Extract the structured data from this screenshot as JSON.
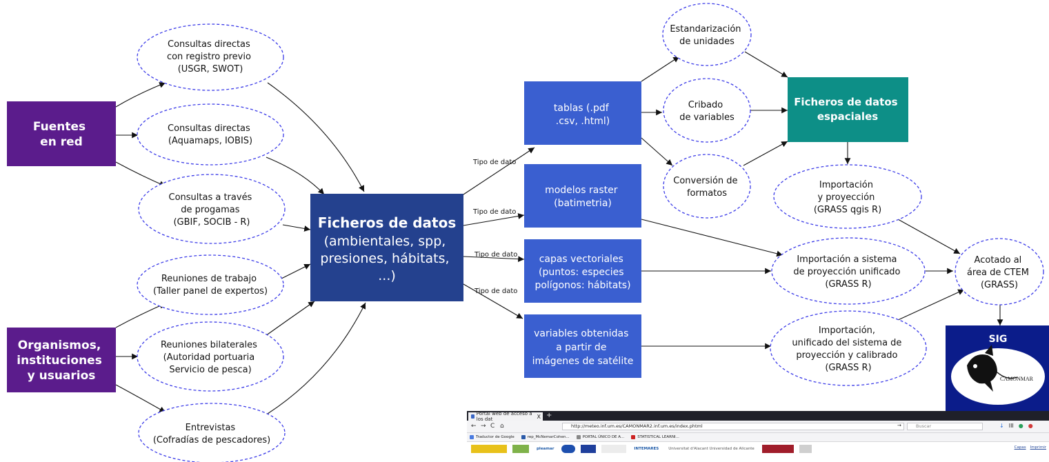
{
  "sources": {
    "fuentes": [
      "Fuentes",
      "en red"
    ],
    "organismos": [
      "Organismos,",
      "instituciones",
      "y usuarios"
    ]
  },
  "queries": [
    [
      "Consultas directas",
      "con registro previo",
      "(USGR, SWOT)"
    ],
    [
      "Consultas directas",
      "(Aquamaps, IOBIS)"
    ],
    [
      "Consultas a través",
      "de progamas",
      "(GBIF, SOCIB - R)"
    ],
    [
      "Reuniones de trabajo",
      "(Taller panel de expertos)"
    ],
    [
      "Reuniones bilaterales",
      "(Autoridad portuaria",
      "Servicio de pesca)"
    ],
    [
      "Entrevistas",
      "(Cofradías de pescadores)"
    ]
  ],
  "central": {
    "title": "Ficheros de datos",
    "lines": [
      "(ambientales, spp,",
      "presiones, hábitats,",
      "...)"
    ]
  },
  "edge_label": "Tipo de dato",
  "data_types": [
    [
      "tablas (.pdf",
      ".csv, .html)"
    ],
    [
      "modelos raster",
      "(batimetria)"
    ],
    [
      "capas vectoriales",
      "(puntos: especies",
      "polígonos: hábitats)"
    ],
    [
      "variables obtenidas",
      "a partir de",
      "imágenes de satélite"
    ]
  ],
  "table_steps": [
    [
      "Estandarización",
      "de unidades"
    ],
    [
      "Cribado",
      "de variables"
    ],
    [
      "Conversión de",
      "formatos"
    ]
  ],
  "spatial": [
    "Ficheros de datos",
    "espaciales"
  ],
  "processing": [
    [
      "Importación",
      "y proyección",
      "(GRASS qgis R)"
    ],
    [
      "Importación a sistema",
      "de  proyección unificado",
      "(GRASS  R)"
    ],
    [
      "Importación,",
      "unificado del sistema de",
      "proyección y calibrado",
      "(GRASS R)"
    ]
  ],
  "final": [
    "Acotado al",
    "área de CTEM",
    "(GRASS)"
  ],
  "sig": {
    "label": "SIG",
    "logo_text": "CAMONMAR"
  },
  "colors": {
    "purple": "#5b1c8c",
    "navy": "#24418e",
    "blue": "#3a5fd0",
    "teal": "#0d8f87",
    "sig_bg": "#0b1c8a",
    "ellipse_stroke": "#3b3be8"
  },
  "browser": {
    "tab_title": "Portal web de acceso a los dat",
    "tab_close": "X",
    "new_tab": "+",
    "nav": {
      "back": "←",
      "forward": "→",
      "reload": "C",
      "home": "⌂"
    },
    "url": "http://meteo.inf.um.es/CAMONMAR2.inf.um.es/index.phtml",
    "go": "→",
    "search_placeholder": "Buscar",
    "toolbar_icons": [
      "↓",
      "III",
      "●",
      "●"
    ],
    "bookmarks": [
      "Traductor de Google",
      "rep_McNemarCohen...",
      "PORTAL ÚNICO DE A...",
      "STATISTICAL LEARNI..."
    ],
    "logos": [
      "pleamar",
      "INTEMARES",
      "Universitat d'Alacant Universidad de Alicante"
    ],
    "right_links": [
      "Capas",
      "Imprimir"
    ]
  }
}
